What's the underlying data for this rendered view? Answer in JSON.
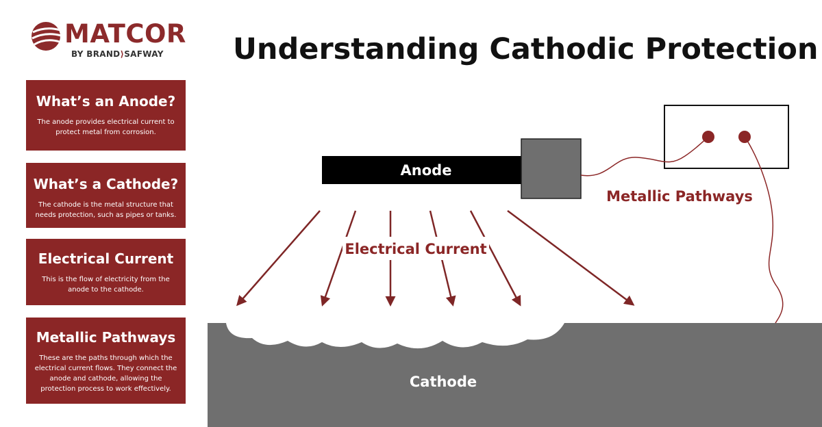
{
  "logo": {
    "name": "MATCOR",
    "sub_prefix": "BY BRAND",
    "sub_separator": "⟩",
    "sub_suffix": "SAFWAY"
  },
  "title": "Understanding Cathodic Protection",
  "cards": [
    {
      "title": "What’s an Anode?",
      "body": "The anode provides electrical current to protect metal from corrosion."
    },
    {
      "title": "What’s a Cathode?",
      "body": "The cathode is the metal structure that needs protection, such as pipes or tanks."
    },
    {
      "title": "Electrical Current",
      "body": "This is the flow of electricity from the anode to the cathode."
    },
    {
      "title": "Metallic Pathways",
      "body": "These are the paths through which the electrical current flows. They connect the anode and cathode, allowing the protection process to work effectively."
    }
  ],
  "diagram": {
    "anode_label": "Anode",
    "current_label": "Electrical Current",
    "pathways_label": "Metallic Pathways",
    "cathode_label": "Cathode"
  },
  "colors": {
    "brand": "#8c2a2b",
    "card_bg": "#8b2626",
    "anode_bar": "#000000",
    "gray": "#6f6f6f",
    "arrow": "#7e2626"
  }
}
